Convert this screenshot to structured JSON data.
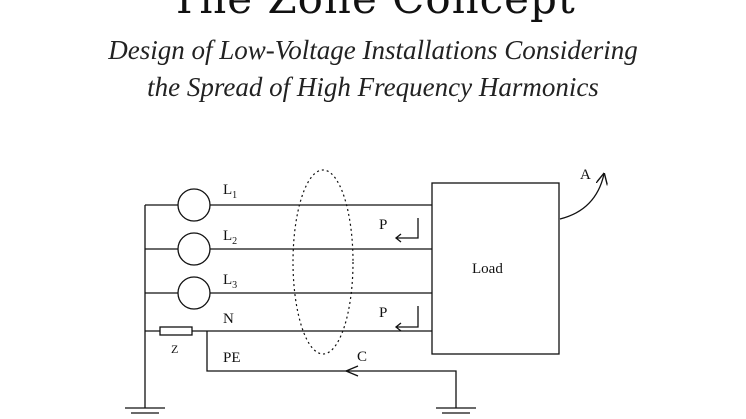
{
  "header": {
    "title": "The Zone Concept",
    "subtitle_line1": "Design of Low-Voltage Installations Considering",
    "subtitle_line2": "the Spread of High Frequency Harmonics"
  },
  "diagram": {
    "line_labels": [
      {
        "main": "L",
        "sub": "1"
      },
      {
        "main": "L",
        "sub": "2"
      },
      {
        "main": "L",
        "sub": "3"
      }
    ],
    "neutral_label": "N",
    "pe_label": "PE",
    "impedance_label": "Z",
    "load_label": "Load",
    "loop_label_top": "P",
    "loop_label_bottom": "P",
    "current_label_c": "C",
    "current_label_a": "A"
  }
}
